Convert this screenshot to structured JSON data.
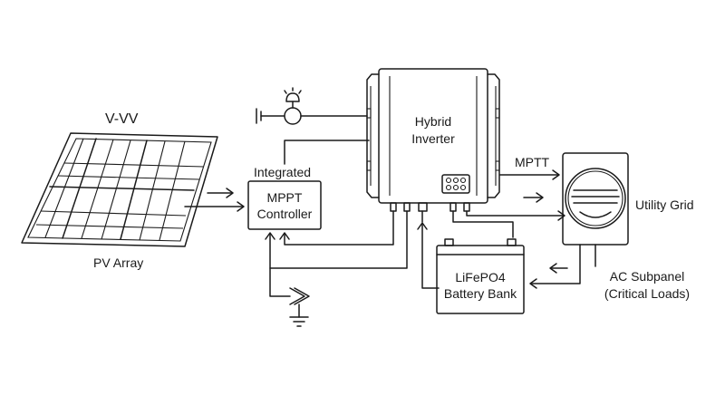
{
  "labels": {
    "pv_top": "V-VV",
    "pv_array": "PV Array",
    "integrated": "Integrated",
    "mppt_line1": "MPPT",
    "mppt_line2": "Controller",
    "inverter_line1": "Hybrid",
    "inverter_line2": "Inverter",
    "mptt": "MPTT",
    "utility_grid": "Utility Grid",
    "battery_line1": "LiFePO4",
    "battery_line2": "Battery Bank",
    "subpanel_line1": "AC Subpanel",
    "subpanel_line2": "(Critical Loads)"
  },
  "icons": [
    "solar-panel-icon",
    "inverter-icon",
    "meter-icon",
    "battery-icon",
    "ground-icon",
    "light-bulb-icon",
    "fuse-icon"
  ],
  "colors": {
    "line": "#1a1a1a",
    "background": "#ffffff"
  }
}
